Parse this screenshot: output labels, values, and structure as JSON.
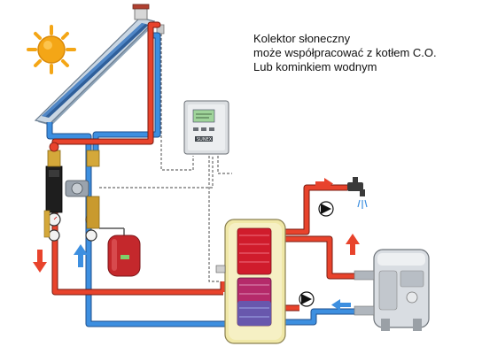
{
  "caption": {
    "line1": "Kolektor słoneczny",
    "line2": "może współpracować z kotłem C.O.",
    "line3": "Lub kominkiem wodnym"
  },
  "controller": {
    "brand_mark": "SUNEX"
  },
  "colors": {
    "hot_pipe": "#e8432c",
    "cold_pipe": "#3d8fe0",
    "pipe_outline": "#7a1b10",
    "cold_outline": "#1e4f8c",
    "sun": "#f4a616",
    "tank_body": "#f0e8a8",
    "tank_coil": "#d01c2c",
    "expansion_vessel": "#c4282c",
    "boiler": "#d9dde2",
    "signal_wire": "#6b6b6b"
  },
  "components": [
    {
      "name": "sun",
      "icon": "sun-icon"
    },
    {
      "name": "solar-collector",
      "icon": "solar-panel-icon"
    },
    {
      "name": "pump-station",
      "icon": "pump-station-icon"
    },
    {
      "name": "expansion-vessel",
      "icon": "expansion-vessel-icon"
    },
    {
      "name": "solar-controller",
      "icon": "controller-icon"
    },
    {
      "name": "hot-water-tank",
      "icon": "tank-icon"
    },
    {
      "name": "boiler",
      "icon": "boiler-icon"
    },
    {
      "name": "hot-water-tap",
      "icon": "tap-icon"
    }
  ]
}
